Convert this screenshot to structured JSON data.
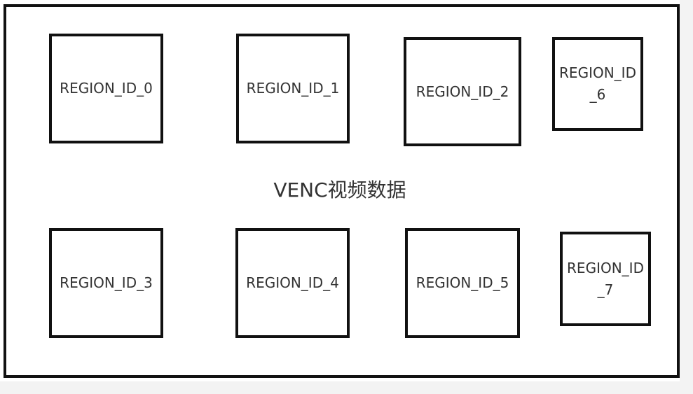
{
  "diagram": {
    "center_label": "VENC视频数据",
    "regions": [
      {
        "id": "region-0",
        "label": "REGION_ID_0"
      },
      {
        "id": "region-1",
        "label": "REGION_ID_1"
      },
      {
        "id": "region-2",
        "label": "REGION_ID_2"
      },
      {
        "id": "region-6",
        "label": "REGION_ID_6"
      },
      {
        "id": "region-3",
        "label": "REGION_ID_3"
      },
      {
        "id": "region-4",
        "label": "REGION_ID_4"
      },
      {
        "id": "region-5",
        "label": "REGION_ID_5"
      },
      {
        "id": "region-7",
        "label": "REGION_ID_7"
      }
    ]
  }
}
